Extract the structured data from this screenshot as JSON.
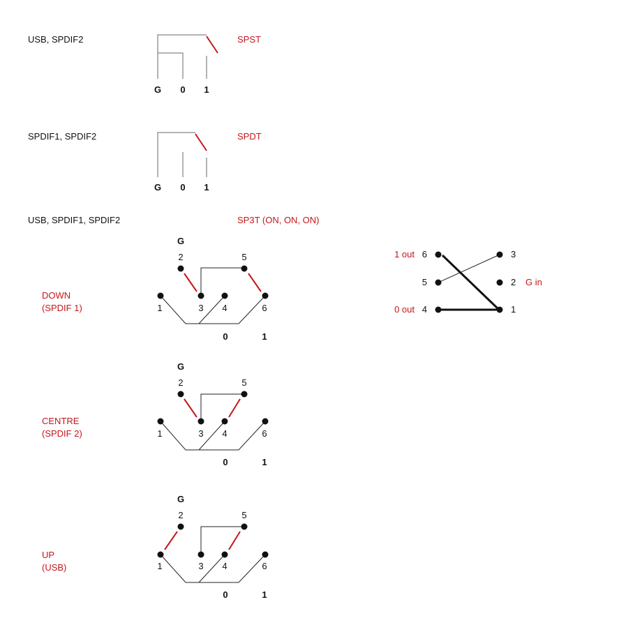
{
  "colors": {
    "text": "#111111",
    "accent": "#c4161c",
    "wire_gray": "#9a9a9a"
  },
  "sections": {
    "spst": {
      "label": "USB, SPDIF2",
      "type": "SPST",
      "pins": [
        "G",
        "0",
        "1"
      ]
    },
    "spdt": {
      "label": "SPDIF1, SPDIF2",
      "type": "SPDT",
      "pins": [
        "G",
        "0",
        "1"
      ]
    },
    "sp3t": {
      "label": "USB, SPDIF1, SPDIF2",
      "type": "SP3T (ON, ON, ON)"
    }
  },
  "states": [
    {
      "name": "DOWN",
      "sub": "(SPDIF 1)"
    },
    {
      "name": "CENTRE",
      "sub": "(SPDIF 2)"
    },
    {
      "name": "UP",
      "sub": "(USB)"
    }
  ],
  "sp3t_labels": {
    "g": "G",
    "pins": [
      "1",
      "2",
      "3",
      "4",
      "5",
      "6"
    ],
    "out0": "0",
    "out1": "1"
  },
  "pinout": {
    "left": [
      {
        "label": "1 out",
        "pin": "6"
      },
      {
        "label": "",
        "pin": "5"
      },
      {
        "label": "0 out",
        "pin": "4"
      }
    ],
    "right": [
      {
        "pin": "3",
        "label": ""
      },
      {
        "pin": "2",
        "label": "G in"
      },
      {
        "pin": "1",
        "label": ""
      }
    ]
  }
}
